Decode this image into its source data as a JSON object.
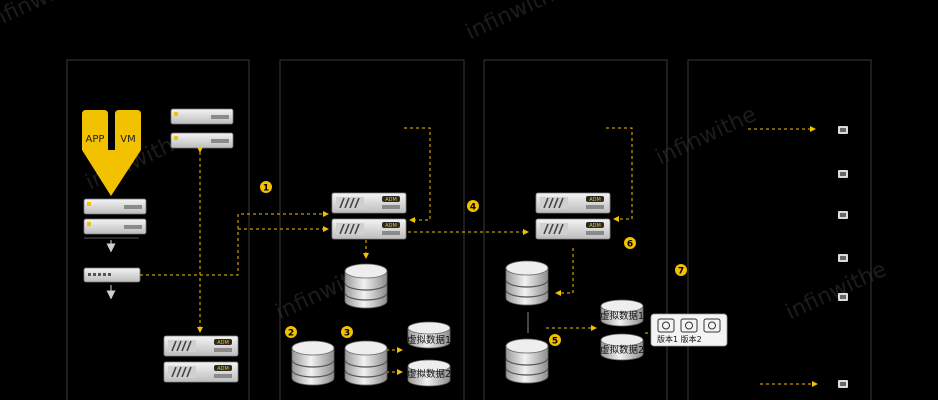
{
  "chips": {
    "app": "APP",
    "vm": "VM"
  },
  "steps": [
    "1",
    "2",
    "3",
    "4",
    "5",
    "6",
    "7"
  ],
  "storage_labels": {
    "virtual_data_1": "虚拟数据1",
    "virtual_data_2": "虚拟数据2"
  },
  "snapshot_panel": {
    "label": "版本1 版本2"
  },
  "server_badge": "ADM",
  "watermark": "infinwithe",
  "colors": {
    "background": "#000000",
    "accent": "#f2c100",
    "panel_border": "#3a3a3a",
    "server_face": "#e8e8e8",
    "disk": "#d9d9d9"
  }
}
